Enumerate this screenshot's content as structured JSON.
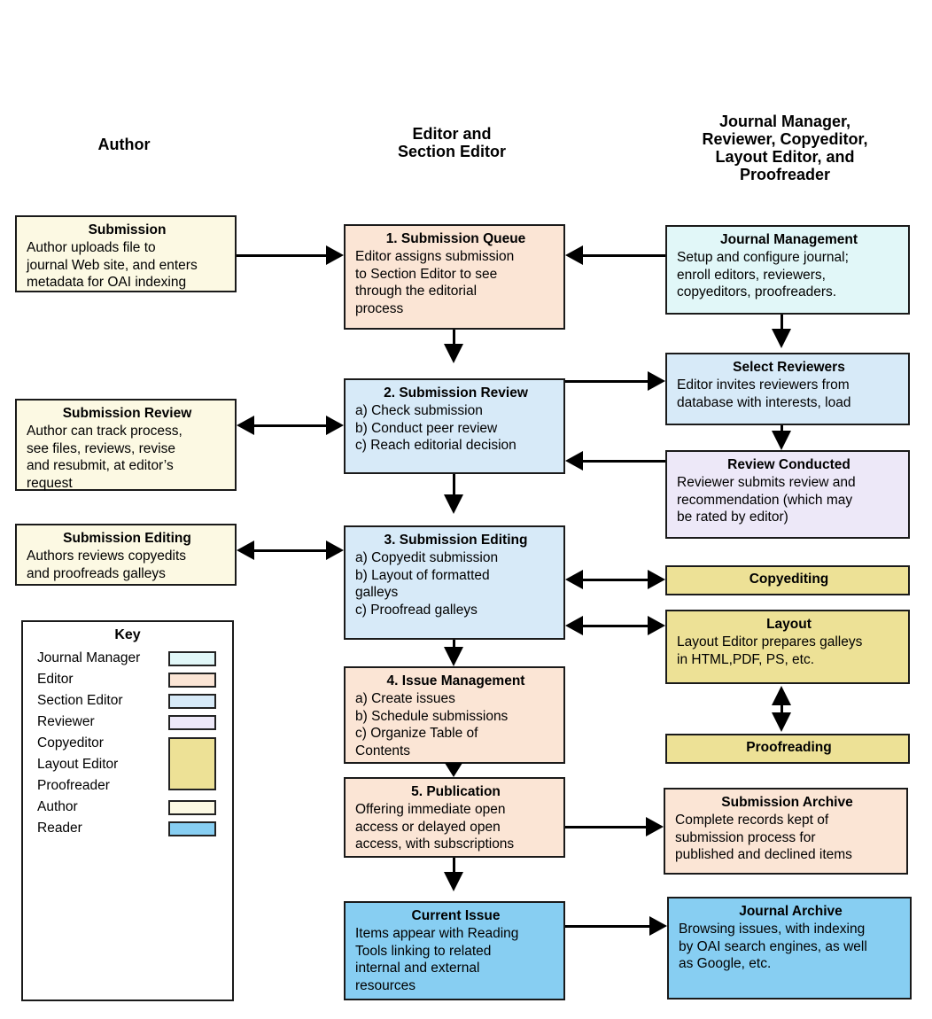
{
  "palette": {
    "author": "#fcf9e3",
    "editor": "#fbe5d5",
    "section_editor": "#d7eaf8",
    "journal_manager": "#e1f7f8",
    "reviewer": "#ede8f8",
    "copyeditor_layout_proofreader": "#ede196",
    "reader": "#87cef2",
    "arrow": "#000000",
    "border": "#1a1a1a"
  },
  "headers": {
    "author": "Author",
    "editor": "Editor and\nSection Editor",
    "right": "Journal Manager,\nReviewer, Copyeditor,\nLayout Editor, and\nProofreader"
  },
  "boxes": {
    "submission": {
      "title": "Submission",
      "body": "Author uploads file to\njournal Web site, and enters\nmetadata for OAI indexing"
    },
    "submission_review_author": {
      "title": "Submission Review",
      "body": "Author can track process,\nsee files, reviews, revise\nand resubmit, at editor’s\nrequest"
    },
    "submission_editing_author": {
      "title": "Submission Editing",
      "body": "Authors reviews copyedits\nand proofreads galleys"
    },
    "queue": {
      "title": "1. Submission Queue",
      "body": "Editor assigns submission\nto Section Editor to see\nthrough the editorial\nprocess"
    },
    "review": {
      "title": "2. Submission Review",
      "body": "a) Check submission\nb) Conduct peer review\nc) Reach editorial decision"
    },
    "editing": {
      "title": "3. Submission Editing",
      "body": "a) Copyedit submission\nb) Layout of formatted\ngalleys\nc) Proofread galleys"
    },
    "issue_management": {
      "title": "4. Issue Management",
      "body": "a) Create issues\nb) Schedule submissions\nc) Organize Table of\nContents"
    },
    "publication": {
      "title": "5. Publication",
      "body": "Offering immediate open\naccess or delayed open\naccess, with subscriptions"
    },
    "current_issue": {
      "title": "Current Issue",
      "body": "Items appear with Reading\nTools linking to related\ninternal and external\nresources"
    },
    "journal_management": {
      "title": "Journal Management",
      "body": "Setup and configure journal;\nenroll editors, reviewers,\ncopyeditors, proofreaders."
    },
    "select_reviewers": {
      "title": "Select Reviewers",
      "body": "Editor invites reviewers from\ndatabase with interests, load"
    },
    "review_conducted": {
      "title": "Review Conducted",
      "body": "Reviewer submits review and\nrecommendation (which may\nbe rated by editor)"
    },
    "copyediting": {
      "title": "Copyediting",
      "body": ""
    },
    "layout": {
      "title": "Layout",
      "body": "Layout Editor prepares galleys\nin HTML,PDF, PS, etc."
    },
    "proofreading": {
      "title": "Proofreading",
      "body": ""
    },
    "submission_archive": {
      "title": "Submission Archive",
      "body": "Complete records kept of\nsubmission process for\npublished and declined items"
    },
    "journal_archive": {
      "title": "Journal Archive",
      "body": "Browsing issues, with indexing\nby OAI search engines, as well\nas Google, etc."
    }
  },
  "key": {
    "title": "Key",
    "items": [
      {
        "label": "Journal Manager"
      },
      {
        "label": "Editor"
      },
      {
        "label": "Section Editor"
      },
      {
        "label": "Reviewer"
      },
      {
        "label": "Copyeditor"
      },
      {
        "label": "Layout Editor"
      },
      {
        "label": "Proofreader"
      },
      {
        "label": "Author"
      },
      {
        "label": "Reader"
      }
    ]
  }
}
